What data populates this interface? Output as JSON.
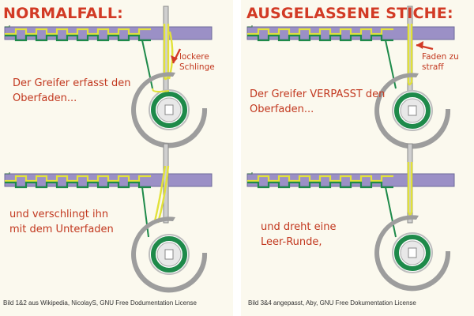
{
  "panels": {
    "left": {
      "title": "NORMALFALL:",
      "top_caption": "Der Greifer erfasst den Oberfaden...",
      "top_callout": "lockere Schlinge",
      "bottom_caption": "und verschlingt ihn mit dem Unterfaden",
      "credit": "Bild 1&2 aus Wikipedia, NicolayS, GNU Free Dodumentation License"
    },
    "right": {
      "title": "AUSGELASSENE STICHE:",
      "top_caption": "Der Greifer VERPASST den Oberfaden...",
      "top_callout": "Faden zu straff",
      "bottom_caption": "und dreht eine Leer-Runde,",
      "credit": "Bild 3&4 angepasst, Aby, GNU Free Dokumentation License"
    }
  },
  "colors": {
    "heading": "#d23a25",
    "caption": "#c2381f",
    "upper_thread": "#e2e23a",
    "lower_thread": "#1e8a4a",
    "fabric": "#9b90c6",
    "hook": "#999999",
    "needle": "#c8c8c8"
  }
}
